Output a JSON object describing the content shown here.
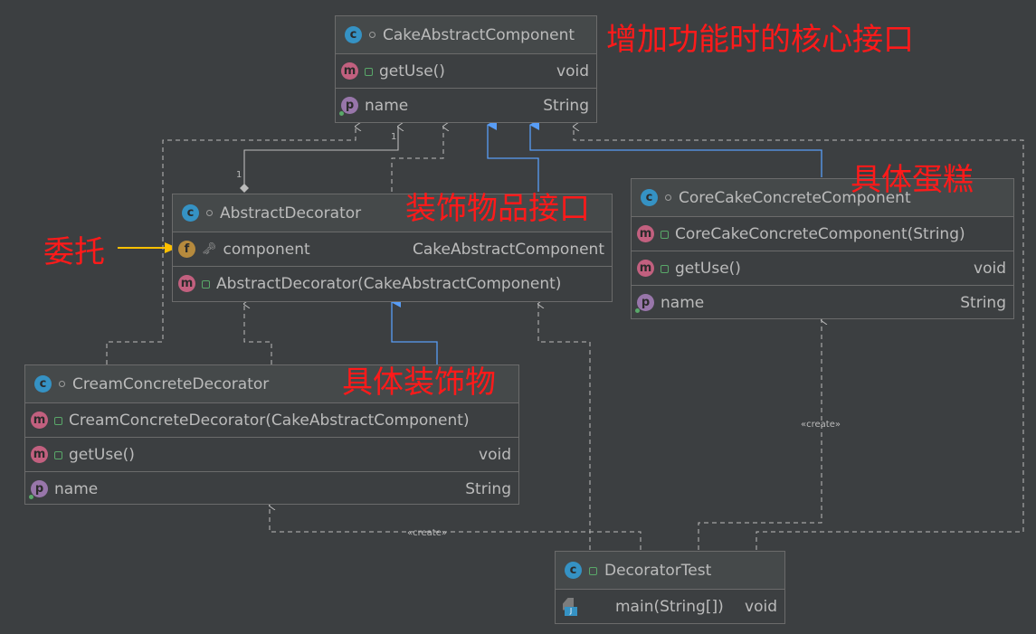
{
  "classes": {
    "cake_abstract": {
      "name": "CakeAbstractComponent",
      "methods": [
        {
          "name": "getUse()",
          "type": "void"
        }
      ],
      "fields": [
        {
          "name": "name",
          "type": "String"
        }
      ]
    },
    "abstract_decorator": {
      "name": "AbstractDecorator",
      "fields": [
        {
          "name": "component",
          "type": "CakeAbstractComponent"
        }
      ],
      "methods": [
        {
          "name": "AbstractDecorator(CakeAbstractComponent)"
        }
      ]
    },
    "core_cake": {
      "name": "CoreCakeConcreteComponent",
      "methods": [
        {
          "name": "CoreCakeConcreteComponent(String)"
        },
        {
          "name": "getUse()",
          "type": "void"
        }
      ],
      "fields": [
        {
          "name": "name",
          "type": "String"
        }
      ]
    },
    "cream_decorator": {
      "name": "CreamConcreteDecorator",
      "methods": [
        {
          "name": "CreamConcreteDecorator(CakeAbstractComponent)"
        },
        {
          "name": "getUse()",
          "type": "void"
        }
      ],
      "fields": [
        {
          "name": "name",
          "type": "String"
        }
      ]
    },
    "decorator_test": {
      "name": "DecoratorTest",
      "methods": [
        {
          "name": "main(String[])",
          "type": "void"
        }
      ]
    }
  },
  "badges": {
    "class": "c",
    "method": "m",
    "property": "p",
    "field": "f"
  },
  "annotations": {
    "core_interface": "增加功能时的核心接口",
    "decorator_interface": "装饰物品接口",
    "concrete_cake": "具体蛋糕",
    "concrete_decorator": "具体装饰物",
    "delegate": "委托"
  },
  "edge_labels": {
    "create_core": "«create»",
    "create_cream": "«create»",
    "mult_top": "1",
    "mult_bottom": "1"
  },
  "colors": {
    "background": "#3c3f41",
    "annotation": "#ff1a1a",
    "realization": "#589df6",
    "dependency": "#bbbbbb",
    "delegate_arrow": "#ffc000"
  },
  "icons": {
    "class": "class-icon",
    "method": "method-icon",
    "property": "property-icon",
    "field": "field-icon",
    "public": "public-lock-icon",
    "key": "key-icon",
    "main": "main-method-icon"
  }
}
